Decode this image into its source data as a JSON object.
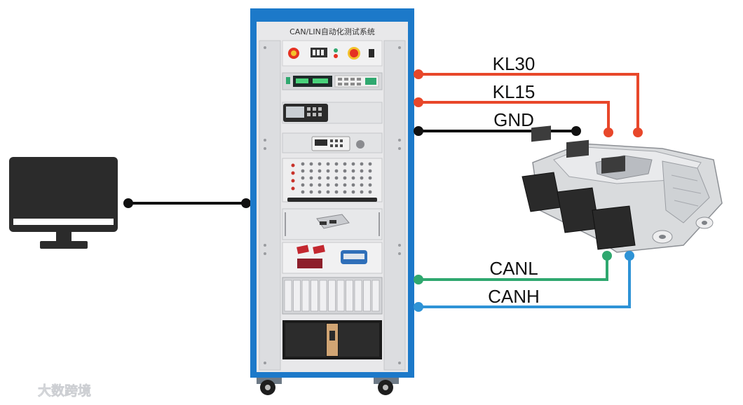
{
  "rack": {
    "title": "CAN/LIN自动化测试系统"
  },
  "wires": {
    "kl30": {
      "label": "KL30",
      "color": "#e8472a"
    },
    "kl15": {
      "label": "KL15",
      "color": "#e8472a"
    },
    "gnd": {
      "label": "GND",
      "color": "#111111"
    },
    "canl": {
      "label": "CANL",
      "color": "#2fa86f"
    },
    "canh": {
      "label": "CANH",
      "color": "#2e93d6"
    }
  },
  "colors": {
    "rack_frame": "#1c79c9",
    "monitor": "#2b2b2b",
    "ecu_body": "#d9dbdd",
    "connector": "#2a2a2a"
  },
  "watermark": {
    "text": "大数跨境",
    "icon": "brand-logo-icon"
  }
}
